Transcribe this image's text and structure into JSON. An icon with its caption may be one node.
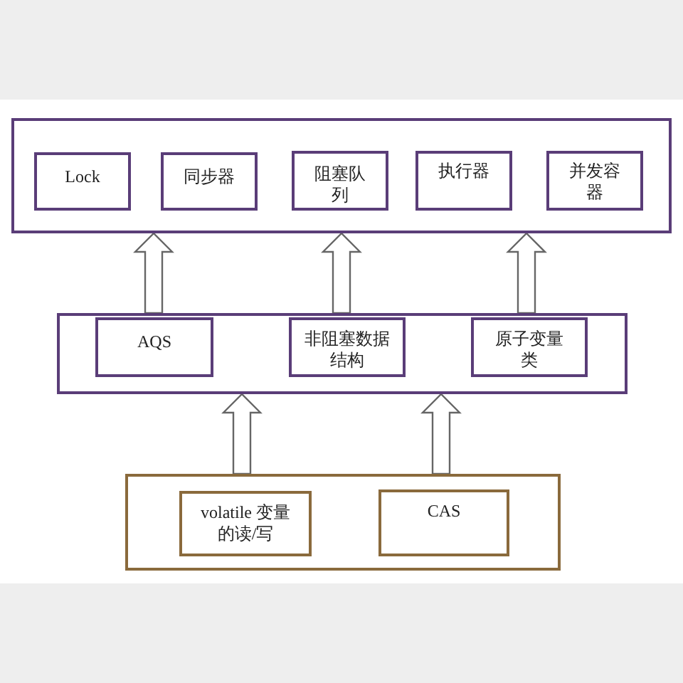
{
  "diagram": {
    "nodes": [
      {
        "text": [],
        "shape": "box"
      },
      {
        "text": [
          "Lock"
        ],
        "in": 0
      },
      {
        "text": [
          "同步器"
        ],
        "in": 0
      },
      {
        "text": [
          "阻塞队列"
        ],
        "in": 0
      },
      {
        "text": [
          "执行器"
        ],
        "in": 0
      },
      {
        "text": [
          "并发容器"
        ],
        "in": 0
      },
      {
        "text": [],
        "shape": "box"
      },
      {
        "text": [
          "AQS"
        ],
        "in": 6
      },
      {
        "text": [
          "非阻塞数据结构"
        ],
        "in": 6
      },
      {
        "text": [
          "原子变量类"
        ],
        "in": 6
      },
      {
        "text": [],
        "shape": "box"
      },
      {
        "text": [
          "volatile 变量的读/写"
        ],
        "in": 10
      },
      {
        "text": [
          "CAS"
        ],
        "in": 10
      }
    ],
    "edges": [
      {
        "from": 6,
        "to": 0,
        "arrow": "to"
      },
      {
        "from": 6,
        "to": 0,
        "arrow": "to"
      },
      {
        "from": 6,
        "to": 0,
        "arrow": "to"
      },
      {
        "from": 10,
        "to": 6,
        "arrow": "to"
      },
      {
        "from": 10,
        "to": 6,
        "arrow": "to"
      }
    ]
  }
}
